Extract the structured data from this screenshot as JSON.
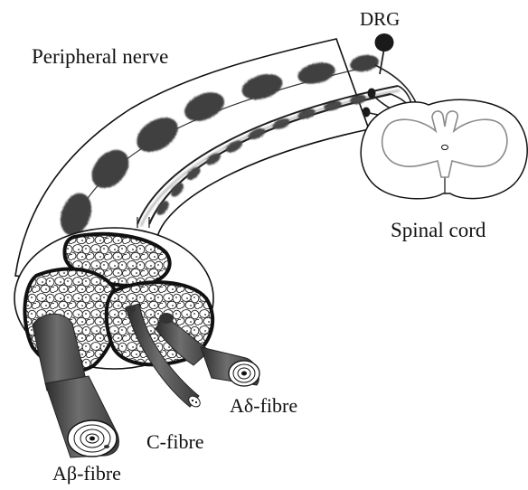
{
  "labels": {
    "drg": "DRG",
    "peripheral_nerve": "Peripheral nerve",
    "spinal_cord": "Spinal cord",
    "a_delta_fibre": "Aδ-fibre",
    "c_fibre": "C-fibre",
    "a_beta_fibre": "Aβ-fibre"
  },
  "colors": {
    "ink": "#111111",
    "myelin": "#3a3a3a",
    "grey_matter_outline": "#8a8a8a",
    "background": "#ffffff"
  }
}
